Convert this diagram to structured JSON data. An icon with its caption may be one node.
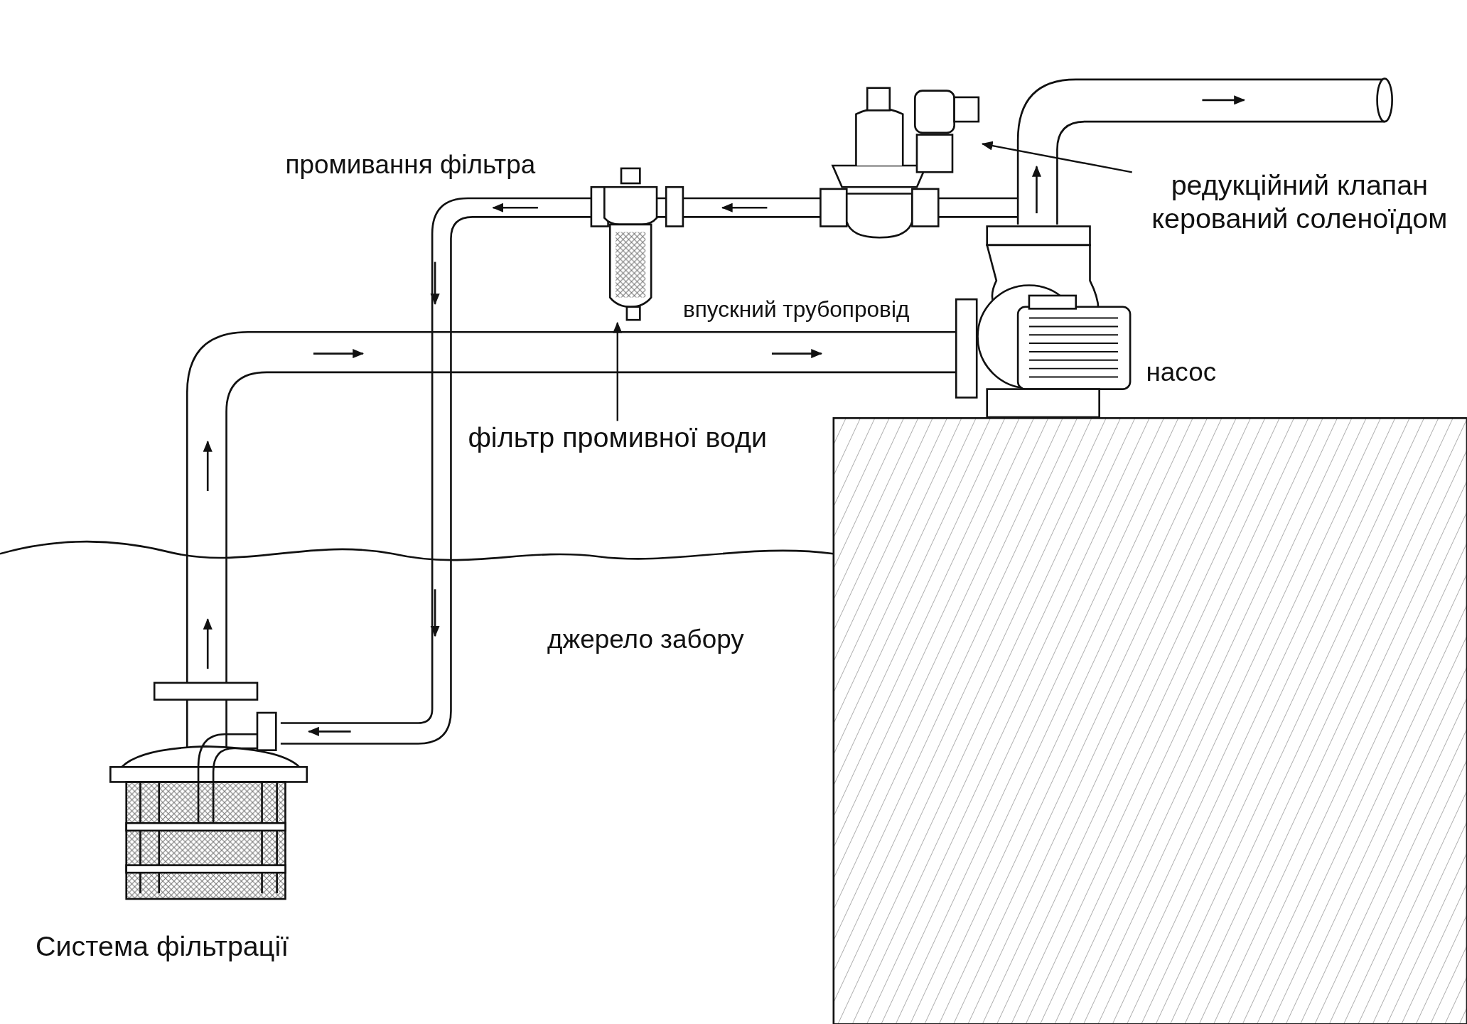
{
  "diagram": {
    "nodes": [
      {
        "text": [
          "фільтр промивної води"
        ]
      },
      {
        "text": [],
        "shape": "picture"
      },
      {
        "text": [
          "редукційний клапан керований соленоїдом"
        ]
      },
      {
        "text": [],
        "shape": "picture"
      }
    ],
    "edges": [
      {
        "from": 0,
        "to": 1,
        "arrow": "to"
      },
      {
        "from": 2,
        "to": 3,
        "arrow": "to"
      }
    ],
    "labels": [
      "промивання фільтра",
      "впускний трубопровід",
      "насос",
      "джерело забору",
      "Система фільтрації"
    ]
  }
}
